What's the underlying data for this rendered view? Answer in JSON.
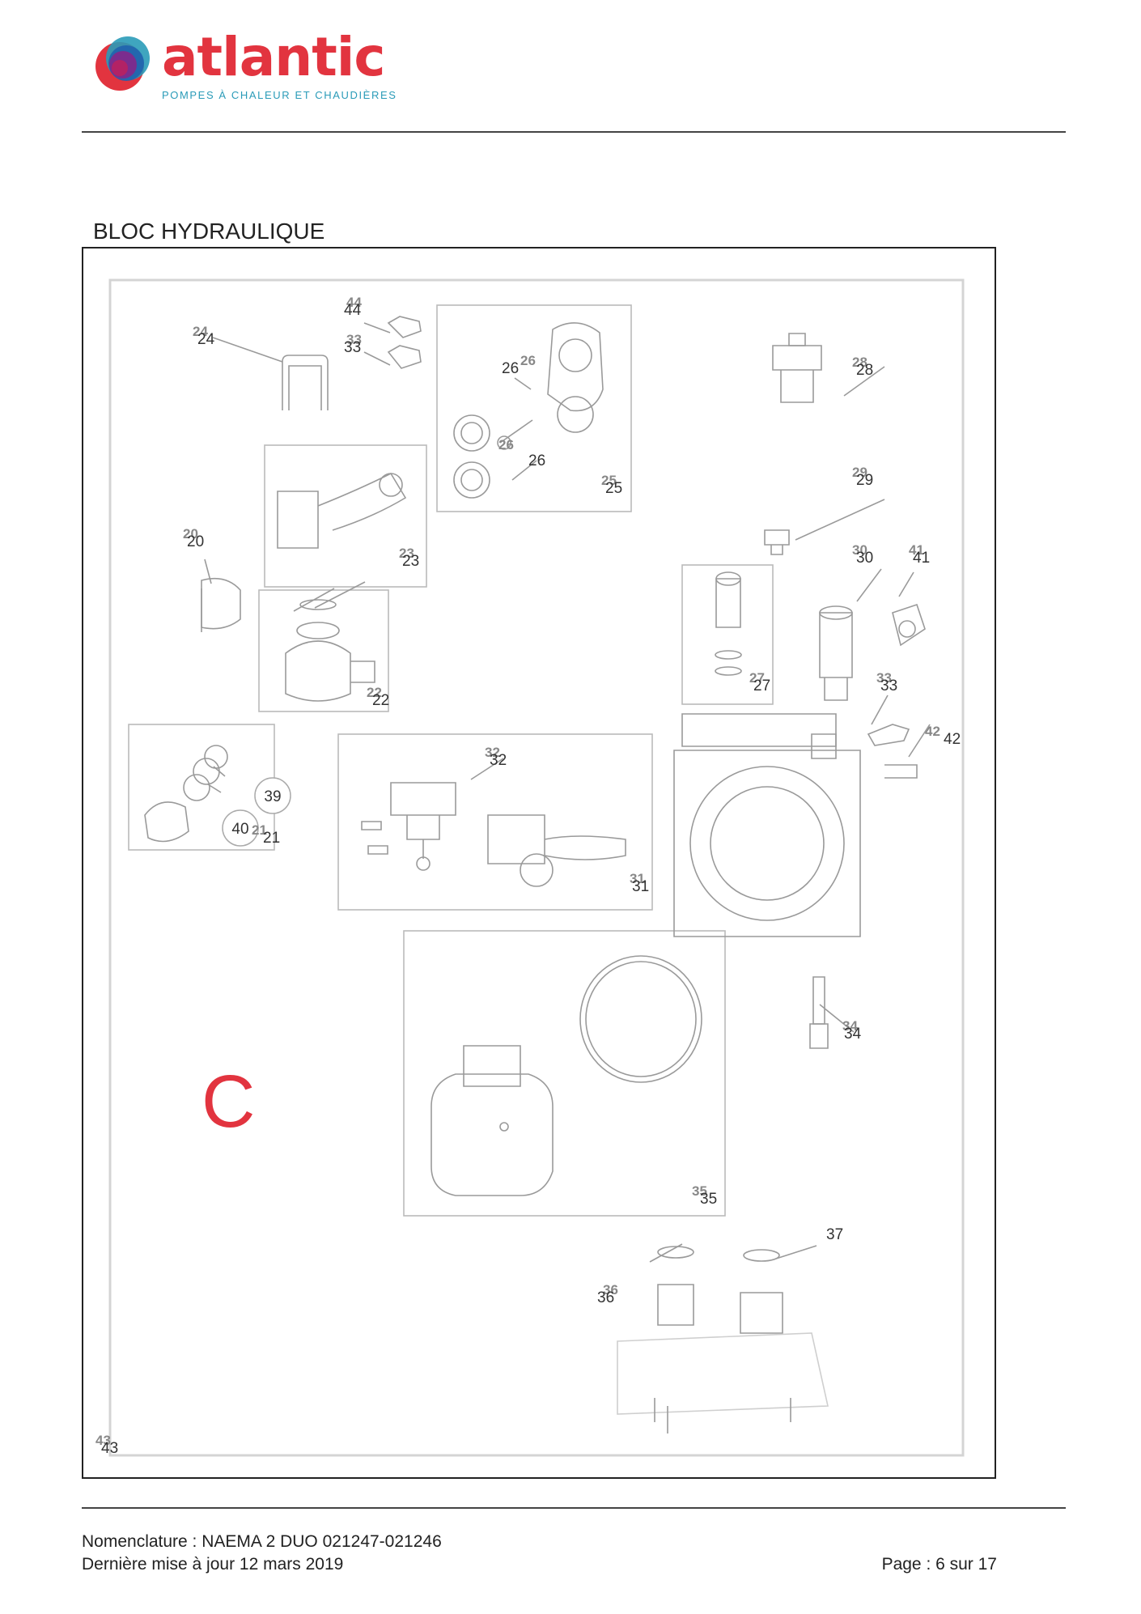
{
  "brand": {
    "name": "atlantic",
    "tagline": "POMPES À CHALEUR ET CHAUDIÈRES",
    "colors": {
      "red": "#e2343f",
      "teal": "#2a9bb8",
      "purple": "#7b2d8e",
      "blue": "#1f5fae"
    }
  },
  "section": {
    "title": "BLOC HYDRAULIQUE"
  },
  "diagram": {
    "variant_letter": "C",
    "callouts": [
      {
        "id": "c44",
        "label": "44"
      },
      {
        "id": "c24",
        "label": "24"
      },
      {
        "id": "c33a",
        "label": "33"
      },
      {
        "id": "c26a",
        "label": "26"
      },
      {
        "id": "c26b",
        "label": "26"
      },
      {
        "id": "c25",
        "label": "25"
      },
      {
        "id": "c28",
        "label": "28"
      },
      {
        "id": "c29",
        "label": "29"
      },
      {
        "id": "c20",
        "label": "20"
      },
      {
        "id": "c23",
        "label": "23"
      },
      {
        "id": "c30",
        "label": "30"
      },
      {
        "id": "c41",
        "label": "41"
      },
      {
        "id": "c22",
        "label": "22"
      },
      {
        "id": "c27",
        "label": "27"
      },
      {
        "id": "c33b",
        "label": "33"
      },
      {
        "id": "c42",
        "label": "42"
      },
      {
        "id": "c32",
        "label": "32"
      },
      {
        "id": "c39",
        "label": "39"
      },
      {
        "id": "c40",
        "label": "40"
      },
      {
        "id": "c21",
        "label": "21"
      },
      {
        "id": "c31",
        "label": "31"
      },
      {
        "id": "c34",
        "label": "34"
      },
      {
        "id": "c35",
        "label": "35"
      },
      {
        "id": "c37",
        "label": "37"
      },
      {
        "id": "c36",
        "label": "36"
      },
      {
        "id": "c43",
        "label": "43"
      }
    ]
  },
  "footer": {
    "line1": "Nomenclature : NAEMA 2 DUO 021247-021246",
    "line2": "Dernière mise à jour 12 mars 2019",
    "page": "Page : 6 sur 17"
  }
}
